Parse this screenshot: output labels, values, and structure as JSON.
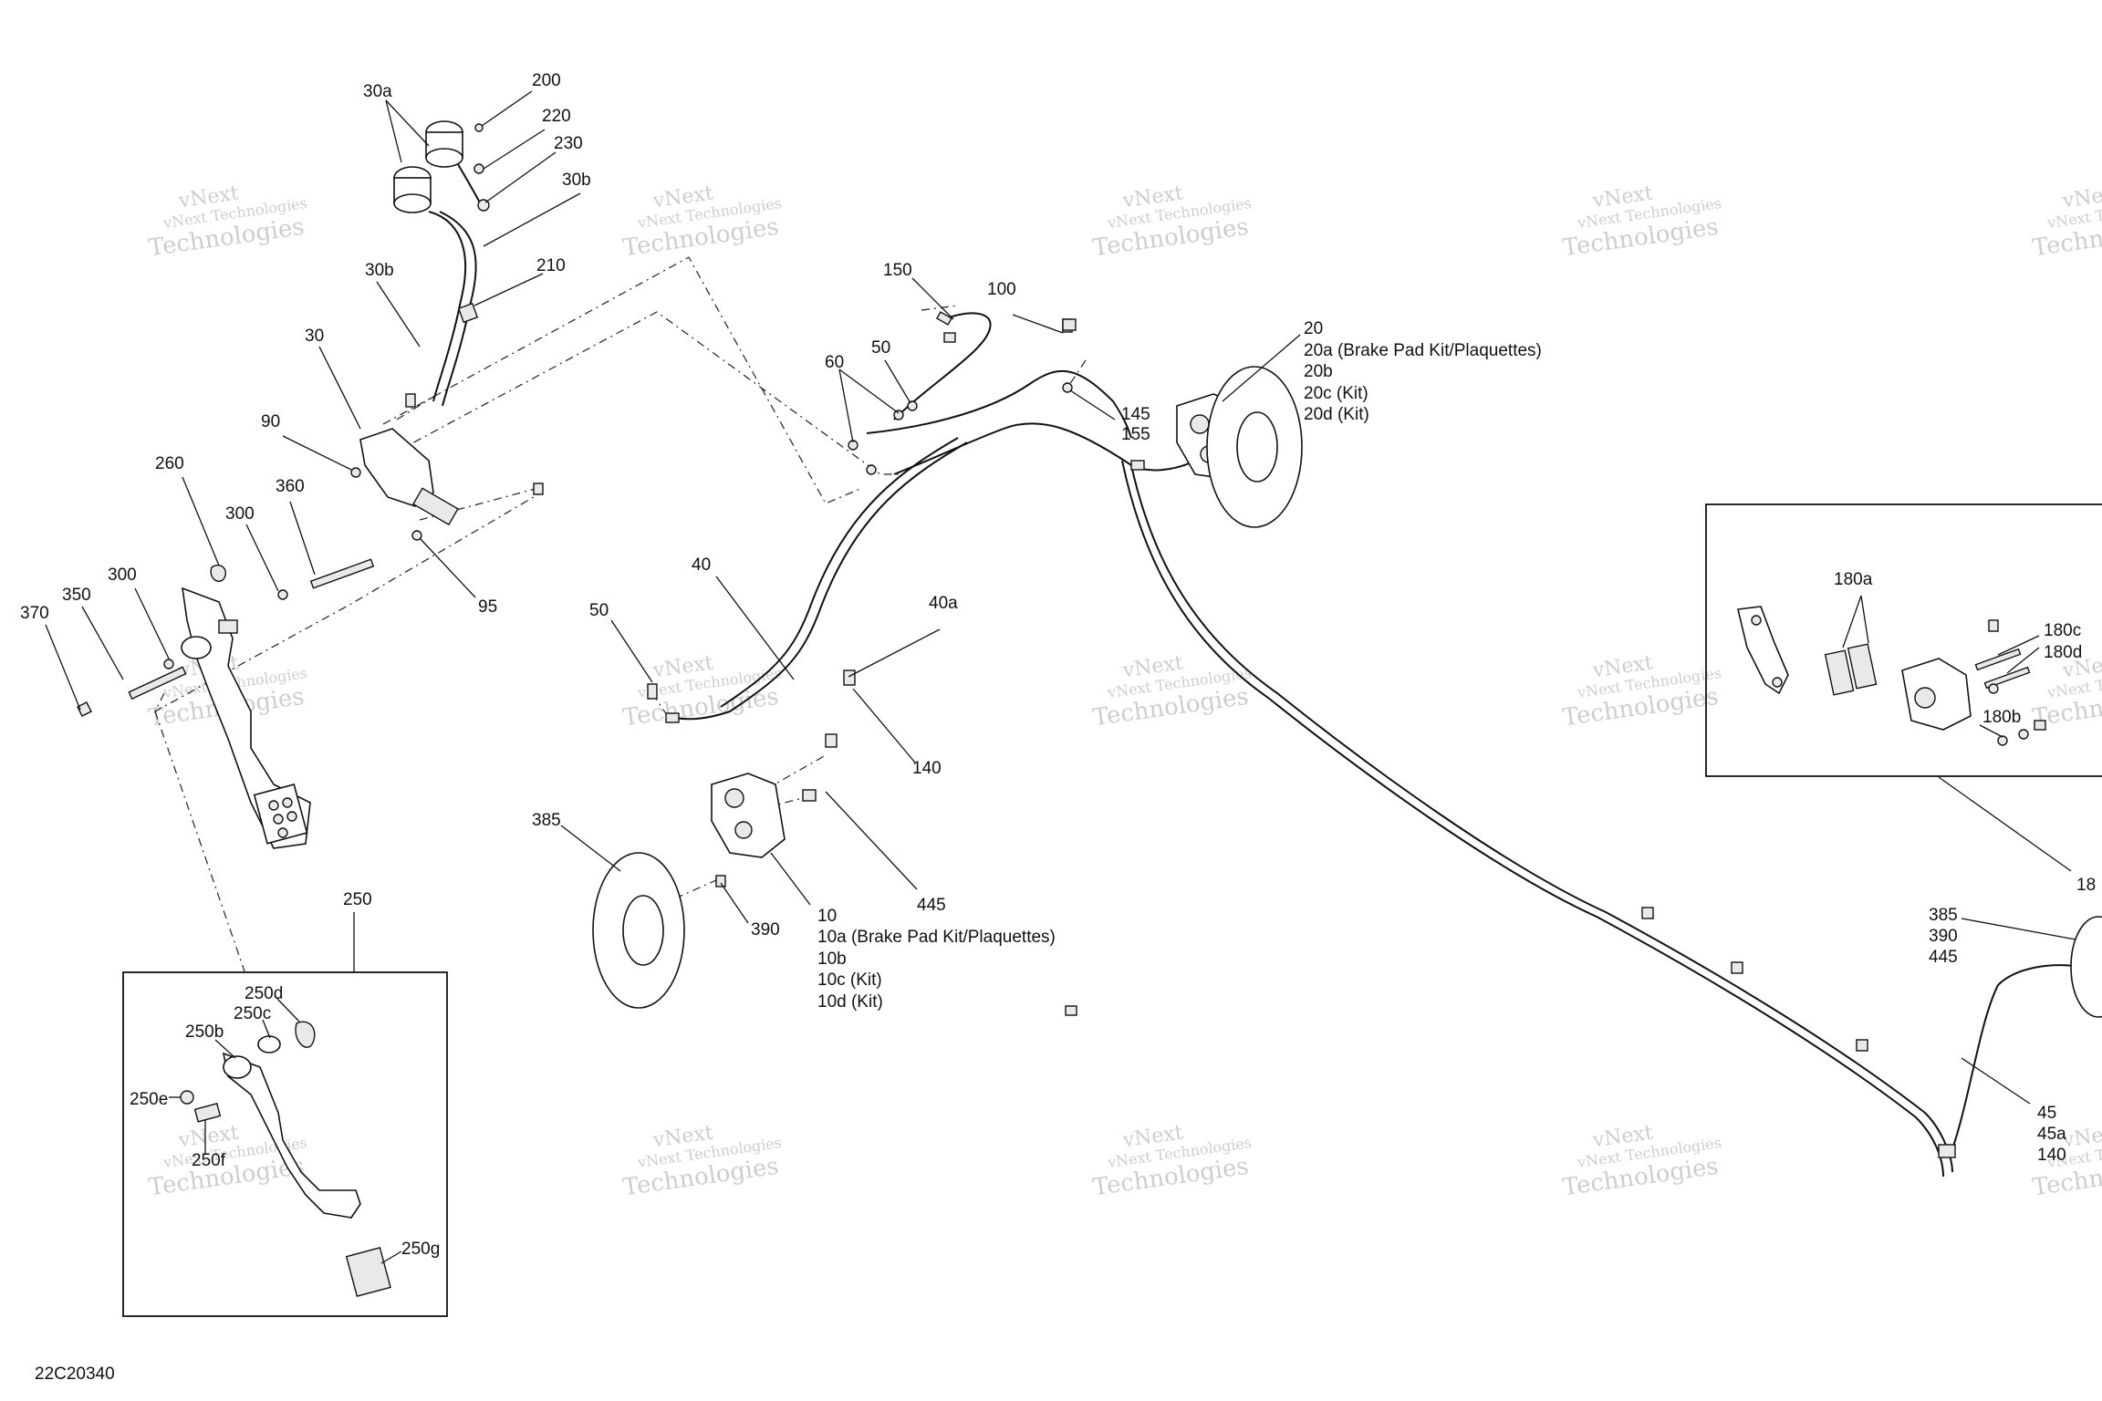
{
  "watermark": {
    "line1": "vNext Technologies",
    "line2": "Technologies",
    "line3": "vNext"
  },
  "diagram_id": "22C20340",
  "callouts": [
    "30a",
    "200",
    "220",
    "230",
    "30b",
    "30b",
    "210",
    "30",
    "90",
    "260",
    "300",
    "360",
    "95",
    "300",
    "350",
    "370",
    "150",
    "100",
    "50",
    "60",
    "145",
    "155",
    "20",
    "20a (Brake Pad Kit/Plaquettes)",
    "20b",
    "20c (Kit)",
    "20d (Kit)",
    "40",
    "40a",
    "50",
    "140",
    "385",
    "390",
    "445",
    "10",
    "10a (Brake Pad Kit/Plaquettes)",
    "10b",
    "10c (Kit)",
    "10d (Kit)",
    "250",
    "250d",
    "250c",
    "250b",
    "250e",
    "250f",
    "250g",
    "180a",
    "180c",
    "180d",
    "180b",
    "18",
    "385",
    "390",
    "445",
    "45",
    "45a",
    "140"
  ]
}
